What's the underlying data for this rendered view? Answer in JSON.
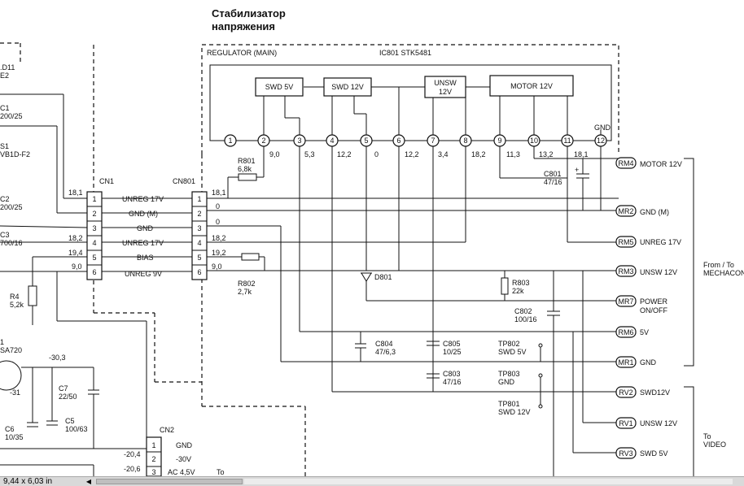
{
  "title": {
    "line1": "Стабилизатор",
    "line2": "напряжения"
  },
  "regulator": {
    "label": "REGULATOR (MAIN)",
    "ic": "IC801 STK5481",
    "blocks": [
      "SWD 5V",
      "SWD 12V",
      "UNSW\n12V",
      "MOTOR 12V"
    ],
    "gnd": "GND",
    "pins": [
      "1",
      "2",
      "3",
      "4",
      "5",
      "6",
      "7",
      "8",
      "9",
      "10",
      "11",
      "12"
    ],
    "voltages": [
      "9,0",
      "5,3",
      "12,2",
      "0",
      "12,2",
      "3,4",
      "18,2",
      "11,3",
      "13,2",
      "18,1"
    ]
  },
  "cn1": {
    "label": "CN1",
    "rows": [
      {
        "pin": "1",
        "name": "UNREG 17V",
        "v": "18,1"
      },
      {
        "pin": "2",
        "name": "GND (M)",
        "v": ""
      },
      {
        "pin": "3",
        "name": "GND",
        "v": ""
      },
      {
        "pin": "4",
        "name": "UNREG 17V",
        "v": "18,2"
      },
      {
        "pin": "5",
        "name": "BIAS",
        "v": "19,4"
      },
      {
        "pin": "6",
        "name": "UNREG 9V",
        "v": "9,0"
      }
    ]
  },
  "cn801": {
    "label": "CN801",
    "rows": [
      {
        "pin": "1",
        "v": "18,1"
      },
      {
        "pin": "2",
        "v": "0"
      },
      {
        "pin": "3",
        "v": "0"
      },
      {
        "pin": "4",
        "v": "18,2"
      },
      {
        "pin": "5",
        "v": "19,2"
      },
      {
        "pin": "6",
        "v": "9,0"
      }
    ]
  },
  "components": {
    "r801": "R801",
    "r801v": "6,8k",
    "r802": "R802",
    "r802v": "2,7k",
    "r803": "R803",
    "r803v": "22k",
    "c801": "C801",
    "c801v": "47/16",
    "c802": "C802",
    "c802v": "100/16",
    "c803": "C803",
    "c803v": "47/16",
    "c804": "C804",
    "c804v": "47/6,3",
    "c805": "C805",
    "c805v": "10/25",
    "d801": "D801",
    "tp802": "TP802",
    "tp802n": "SWD 5V",
    "tp803": "TP803",
    "tp803n": "GND",
    "tp801": "TP801",
    "tp801n": "SWD 12V"
  },
  "right_connectors": [
    {
      "id": "RM4",
      "label": "MOTOR 12V"
    },
    {
      "id": "MR2",
      "label": "GND (M)"
    },
    {
      "id": "RM5",
      "label": "UNREG 17V"
    },
    {
      "id": "RM3",
      "label": "UNSW 12V"
    },
    {
      "id": "MR7",
      "label": "POWER\nON/OFF"
    },
    {
      "id": "RM6",
      "label": "5V"
    },
    {
      "id": "MR1",
      "label": "GND"
    },
    {
      "id": "RV2",
      "label": "SWD12V"
    },
    {
      "id": "RV1",
      "label": "UNSW 12V"
    },
    {
      "id": "RV3",
      "label": "SWD 5V"
    }
  ],
  "groups": {
    "mechacon": "From / To\nMECHACON",
    "video": "To\nVIDEO"
  },
  "left": {
    "d11": ".D11",
    "e2": "E2",
    "c1": "C1",
    "c1v": "200/25",
    "s1": "S1",
    "s1v": "VB1D-F2",
    "c2": "C2",
    "c2v": "200/25",
    "c3": "C3",
    "c3v": "700/16",
    "r4": "R4",
    "r4v": "5,2k",
    "q1": "1",
    "q1v": "SA720",
    "v303": "-30,3",
    "v31": "-31",
    "c7": "C7",
    "c7v": "22/50",
    "c5": "C5",
    "c5v": "100/63",
    "c6": "C6",
    "c6v": "10/35"
  },
  "cn2": {
    "label": "CN2",
    "rows": [
      {
        "pin": "1",
        "name": "GND",
        "v": ""
      },
      {
        "pin": "2",
        "name": "-30V",
        "v": "-20,4"
      },
      {
        "pin": "3",
        "name": "AC 4,5V",
        "v": "-20,6"
      }
    ],
    "to": "To"
  },
  "status": {
    "dims": "9,44 x 6,03 in"
  }
}
